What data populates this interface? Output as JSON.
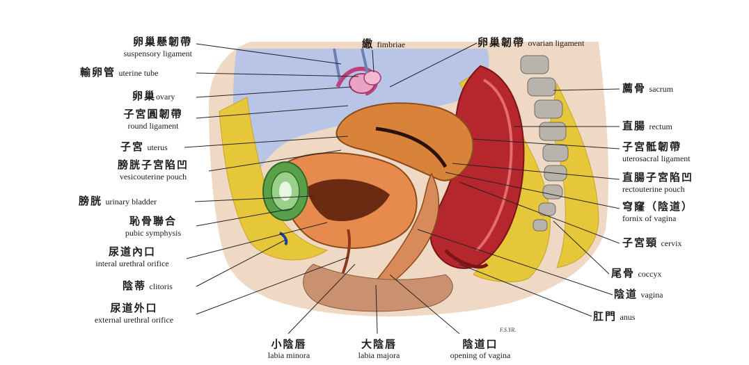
{
  "colors": {
    "background": "#ffffff",
    "uterus": "#d9833a",
    "rectum": "#b5272d",
    "bladder_wall": "#e68a4e",
    "fat": "#e7c73a",
    "bone": "#b8b4ad",
    "cavity": "#a8b8e0",
    "skin": "#f0d9c4",
    "leader_line": "#222222"
  },
  "labels": {
    "suspensory_ligament": {
      "zh": "卵巢懸韌帶",
      "en": "suspensory ligament"
    },
    "uterine_tube": {
      "zh": "輸卵管",
      "en": "uterine tube"
    },
    "ovary": {
      "zh": "卵巢",
      "en": "ovary"
    },
    "round_ligament": {
      "zh": "子宮圓韌帶",
      "en": "round ligament"
    },
    "uterus": {
      "zh": "子宮",
      "en": "uterus"
    },
    "vesicouterine_pouch": {
      "zh": "膀胱子宮陷凹",
      "en": "vesicouterine pouch"
    },
    "urinary_bladder": {
      "zh": "膀胱",
      "en": "urinary bladder"
    },
    "pubic_symphysis": {
      "zh": "恥骨聯合",
      "en": "pubic symphysis"
    },
    "internal_urethral_orifice": {
      "zh": "尿道內口",
      "en": "interal urethral orifice"
    },
    "clitoris": {
      "zh": "陰蒂",
      "en": "clitoris"
    },
    "external_urethral_orifice": {
      "zh": "尿道外口",
      "en": "external urethral orifice"
    },
    "labia_minora": {
      "zh": "小陰唇",
      "en": "labia minora"
    },
    "labia_majora": {
      "zh": "大陰唇",
      "en": "labia majora"
    },
    "opening_of_vagina": {
      "zh": "陰道口",
      "en": "opening of vagina"
    },
    "fimbriae": {
      "zh": "繖",
      "en": "fimbriae"
    },
    "ovarian_ligament": {
      "zh": "卵巢韌帶",
      "en": "ovarian ligament"
    },
    "sacrum": {
      "zh": "薦骨",
      "en": "sacrum"
    },
    "rectum": {
      "zh": "直腸",
      "en": "rectum"
    },
    "uterosacral_ligament": {
      "zh": "子宮骶韌帶",
      "en": "uterosacral ligament"
    },
    "rectouterine_pouch": {
      "zh": "直腸子宮陷凹",
      "en": "rectouterine pouch"
    },
    "fornix_of_vagina": {
      "zh": "穹窿（陰道）",
      "en": "fornix of vagina"
    },
    "cervix": {
      "zh": "子宮頸",
      "en": "cervix"
    },
    "coccyx": {
      "zh": "尾骨",
      "en": "coccyx"
    },
    "vagina": {
      "zh": "陰道",
      "en": "vagina"
    },
    "anus": {
      "zh": "肛門",
      "en": "anus"
    }
  },
  "signature": "F.S.YR."
}
